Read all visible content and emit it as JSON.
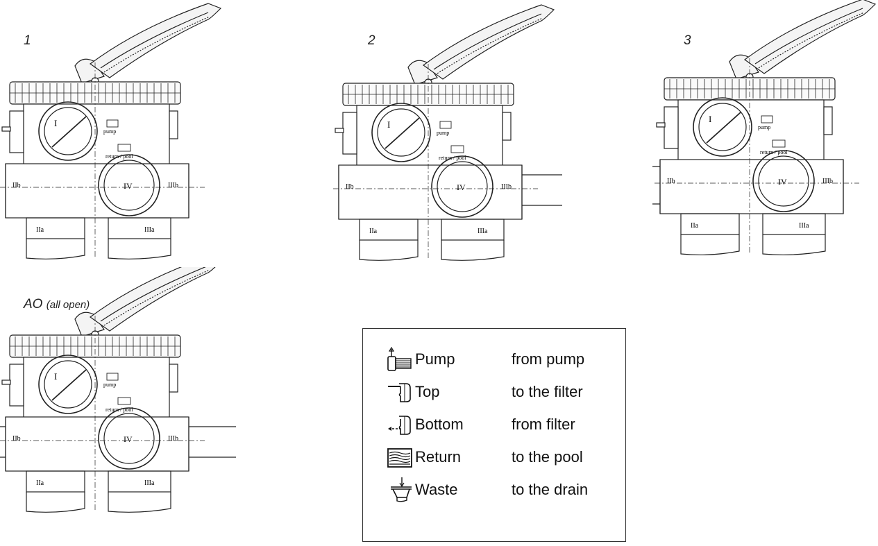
{
  "valves": [
    {
      "id": "v1",
      "caption_main": "1",
      "caption_sub": "",
      "variant": 1,
      "labels": {
        "port_main": "I",
        "port_bottom": "IV",
        "left_upper": "IIb",
        "left_lower": "IIa",
        "right_upper": "IIIb",
        "right_lower": "IIIa",
        "pump": "pump",
        "return": "return / pool"
      }
    },
    {
      "id": "v2",
      "caption_main": "2",
      "caption_sub": "",
      "variant": 2,
      "labels": {
        "port_main": "I",
        "port_bottom": "IV",
        "left_upper": "IIb",
        "left_lower": "IIa",
        "right_upper": "IIIb",
        "right_lower": "IIIa",
        "pump": "pump",
        "return": "return / pool"
      }
    },
    {
      "id": "v3",
      "caption_main": "3",
      "caption_sub": "",
      "variant": 3,
      "labels": {
        "port_main": "I",
        "port_bottom": "IV",
        "left_upper": "IIb",
        "left_lower": "IIa",
        "right_upper": "IIIb",
        "right_lower": "IIIa",
        "pump": "pump",
        "return": "return / pool"
      }
    },
    {
      "id": "v4",
      "caption_main": "AO",
      "caption_sub": "(all open)",
      "variant": 4,
      "labels": {
        "port_main": "I",
        "port_bottom": "IV",
        "left_upper": "IIb",
        "left_lower": "IIa",
        "right_upper": "IIIb",
        "right_lower": "IIIa",
        "pump": "pump",
        "return": "return / pool"
      }
    }
  ],
  "legend": {
    "items": [
      {
        "icon": "pump-icon",
        "name": "Pump",
        "desc": "from pump"
      },
      {
        "icon": "top-icon",
        "name": "Top",
        "desc": "to the filter"
      },
      {
        "icon": "bottom-icon",
        "name": "Bottom",
        "desc": "from filter"
      },
      {
        "icon": "return-icon",
        "name": "Return",
        "desc": "to the pool"
      },
      {
        "icon": "waste-icon",
        "name": "Waste",
        "desc": "to the drain"
      }
    ]
  }
}
